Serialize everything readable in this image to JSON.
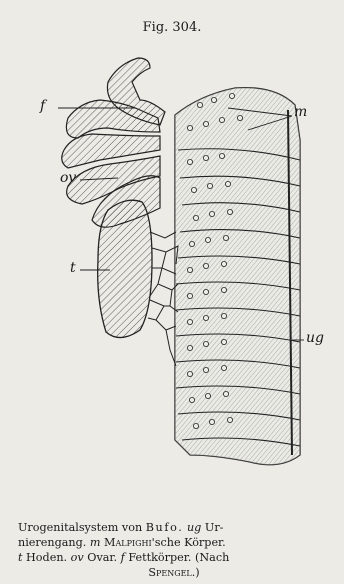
{
  "figure": {
    "title": "Fig. 304."
  },
  "labels": {
    "f": "f",
    "m": "m",
    "ov": "ov",
    "t": "t",
    "ug": "ug"
  },
  "caption": {
    "line1": {
      "a": "Urogenitalsystem von ",
      "b": "Bufo.",
      "c": " ug",
      "d": " Ur-"
    },
    "line2": {
      "a": "nierengang. ",
      "b": "m",
      "c": " Malpighi",
      "d": "'sche Körper."
    },
    "line3": {
      "a": "t",
      "b": " Hoden. ",
      "c": "ov",
      "d": " Ovar. ",
      "e": "f",
      "f": " Fettkörper. (Nach"
    },
    "line4": {
      "a": "Spengel.)"
    }
  }
}
